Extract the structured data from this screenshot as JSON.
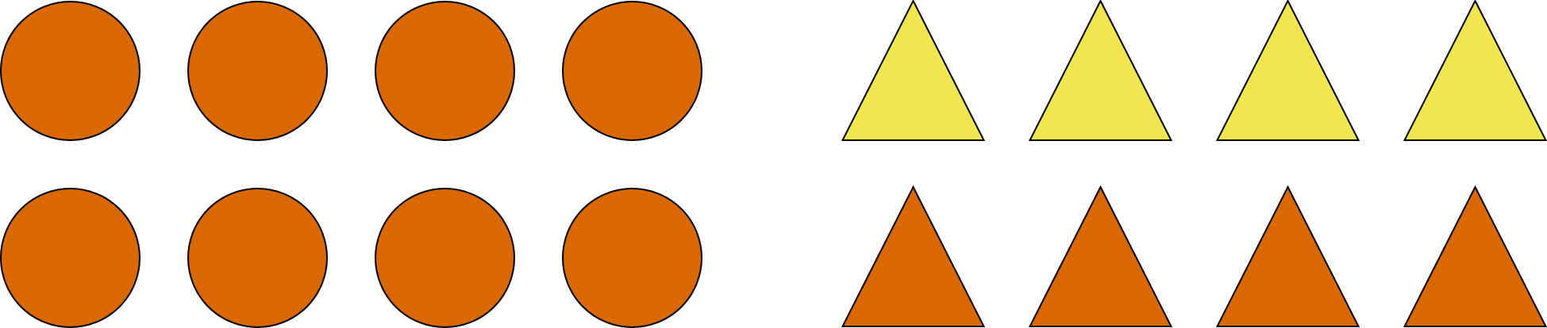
{
  "colors": {
    "orange": "#D96800",
    "yellow": "#F2E650",
    "outline": "#000000",
    "background": "#FFFFFF"
  },
  "groups": [
    {
      "name": "circles",
      "shape": "circle",
      "rows": [
        {
          "count": 4,
          "color": "orange"
        },
        {
          "count": 4,
          "color": "orange"
        }
      ]
    },
    {
      "name": "triangles",
      "shape": "triangle",
      "rows": [
        {
          "count": 4,
          "color": "yellow"
        },
        {
          "count": 4,
          "color": "orange"
        }
      ]
    }
  ]
}
